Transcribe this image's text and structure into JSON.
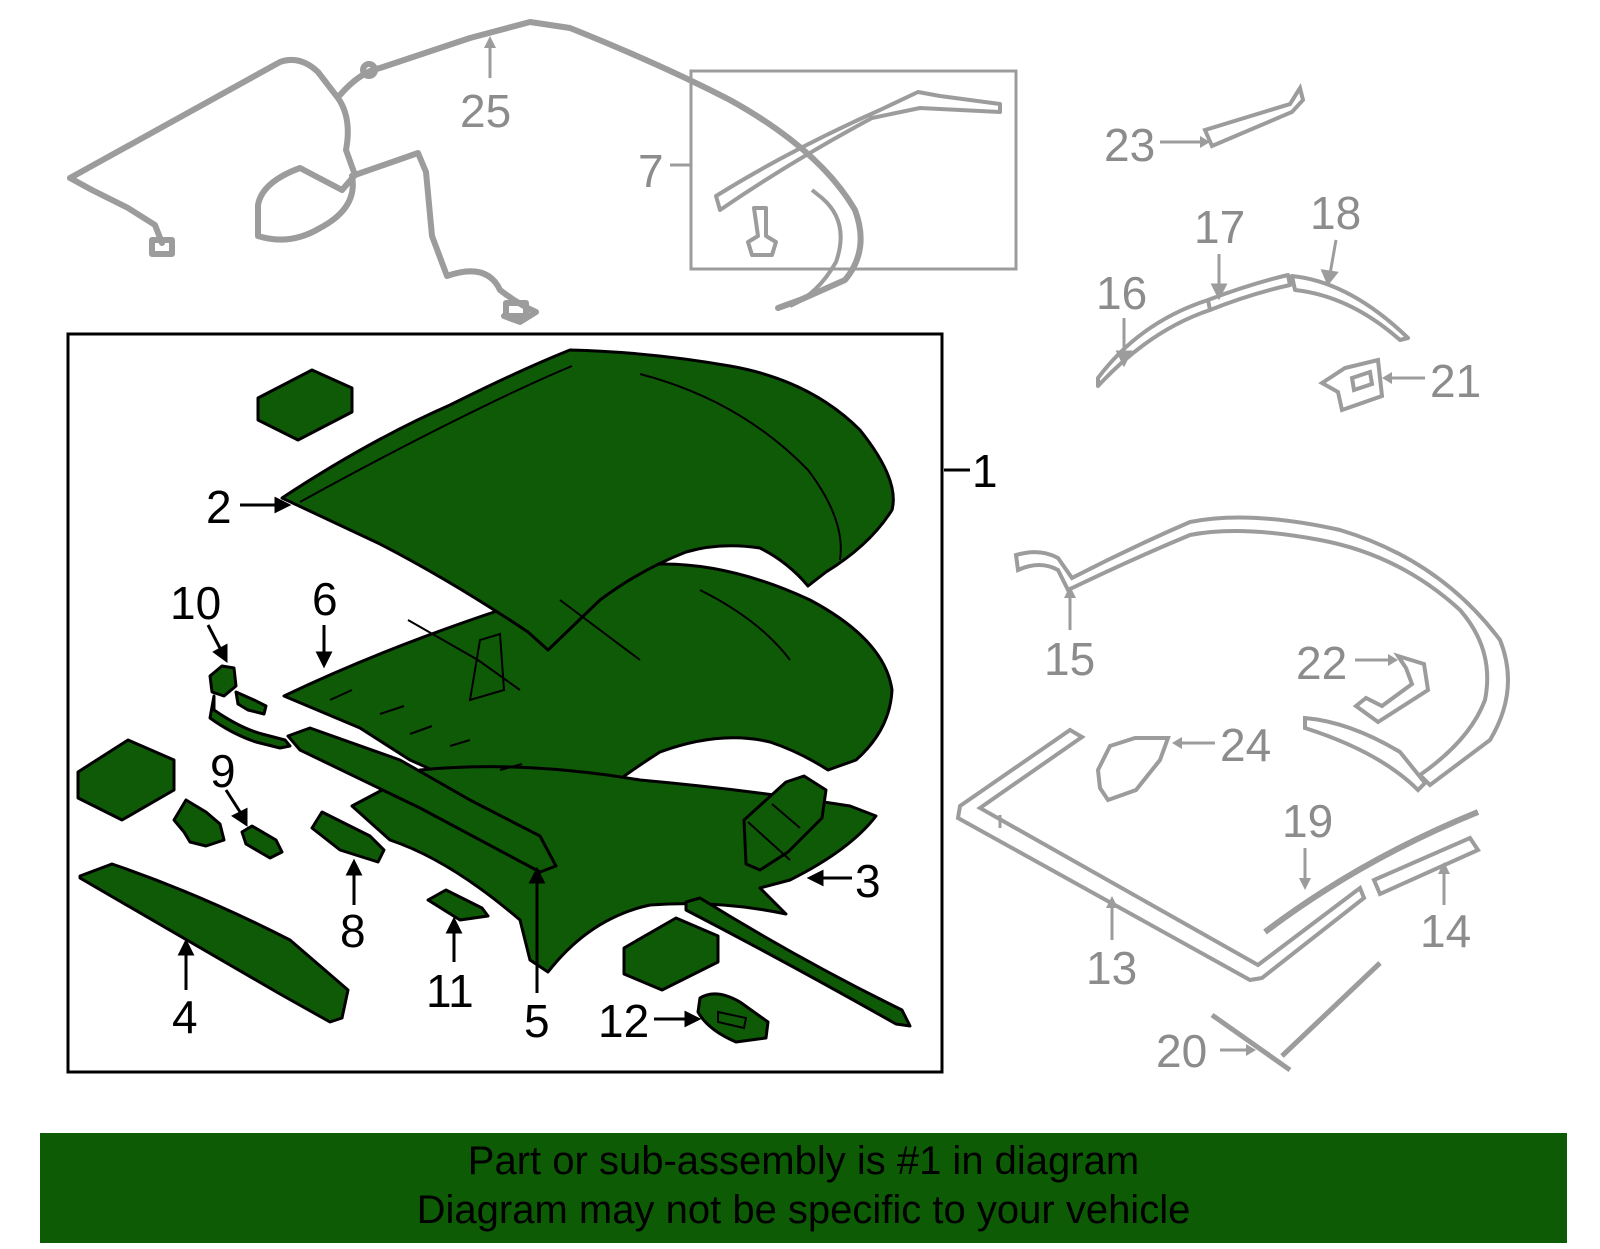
{
  "banner": {
    "line1": "Part or sub-assembly is #1 in diagram",
    "line2": "Diagram may not be specific to your vehicle"
  },
  "colors": {
    "part_fill": "#0f5a06",
    "inset_outline": "#000000",
    "grey_part": "#9c9c9c",
    "banner_bg": "#0d5c05"
  },
  "callouts": {
    "c1": "1",
    "c2": "2",
    "c3": "3",
    "c4": "4",
    "c5": "5",
    "c6": "6",
    "c7": "7",
    "c8": "8",
    "c9": "9",
    "c10": "10",
    "c11": "11",
    "c12": "12",
    "c13": "13",
    "c14": "14",
    "c15": "15",
    "c16": "16",
    "c17": "17",
    "c18": "18",
    "c19": "19",
    "c20": "20",
    "c21": "21",
    "c22": "22",
    "c23": "23",
    "c24": "24",
    "c25": "25"
  }
}
